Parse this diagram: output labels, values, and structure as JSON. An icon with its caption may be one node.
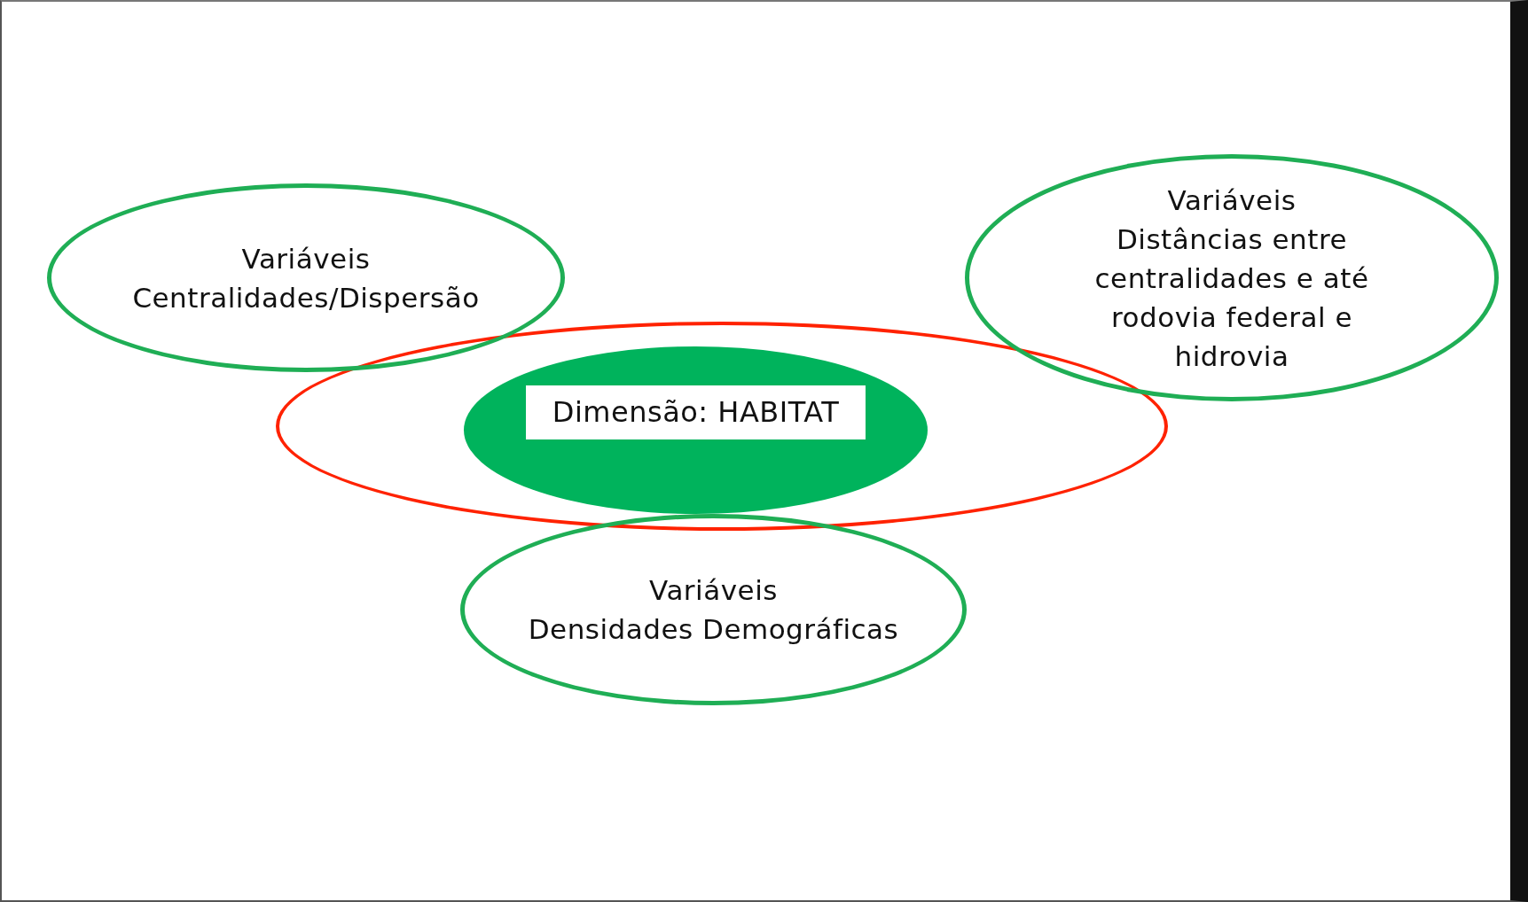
{
  "diagram": {
    "nodes": [
      {
        "text": [
          "Variáveis",
          "Centralidades/Dispersão"
        ]
      },
      {
        "text": [
          "Variáveis",
          "Distâncias entre centralidades e até rodovia federal e hidrovia"
        ]
      },
      {
        "text": [],
        "shape": "ellipse"
      },
      {
        "text": [
          "Dimensão: HABITAT"
        ],
        "in": 2
      },
      {
        "text": [
          "Variáveis",
          "Densidades Demográficas"
        ]
      }
    ]
  }
}
